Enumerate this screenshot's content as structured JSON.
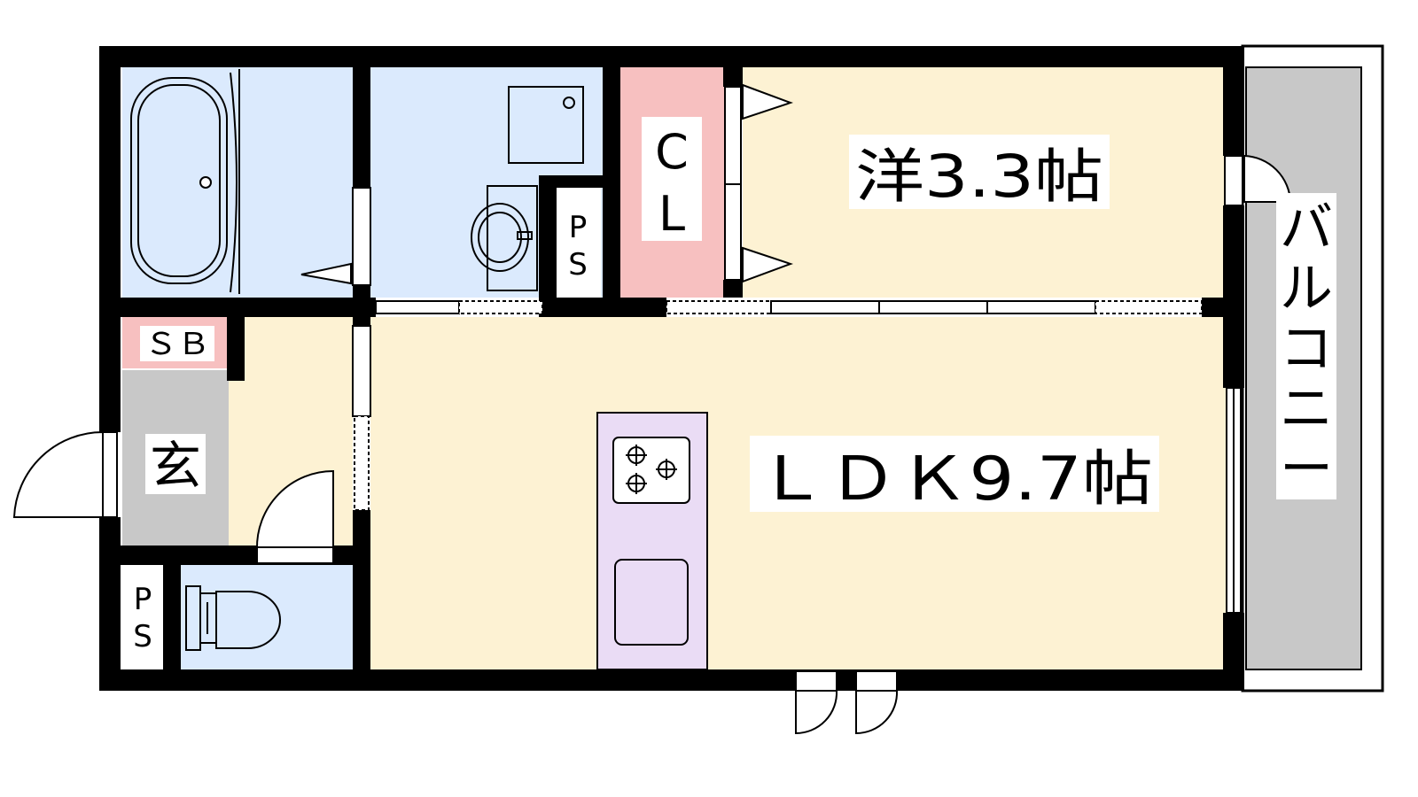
{
  "floorplan": {
    "rooms": {
      "western_room": {
        "label": "洋3.3帖"
      },
      "ldk": {
        "label": "ＬＤＫ9.7帖"
      },
      "closet": {
        "line1": "C",
        "line2": "L"
      },
      "balcony": {
        "chars": [
          "バ",
          "ル",
          "コ",
          "ニ",
          "ー"
        ]
      },
      "entrance": {
        "label": "玄"
      },
      "shoe_box": {
        "label": "ＳＢ"
      },
      "pipe_space_upper": {
        "line1": "P",
        "line2": "S"
      },
      "pipe_space_lower": {
        "line1": "P",
        "line2": "S"
      }
    },
    "colors": {
      "wall": "#000000",
      "living": "#fdf2d3",
      "wet_area": "#dbeafd",
      "closet": "#f7c0c0",
      "entrance": "#c8c8c8",
      "kitchen": "#eadcf5",
      "balcony_floor": "#c8c8c8"
    }
  }
}
